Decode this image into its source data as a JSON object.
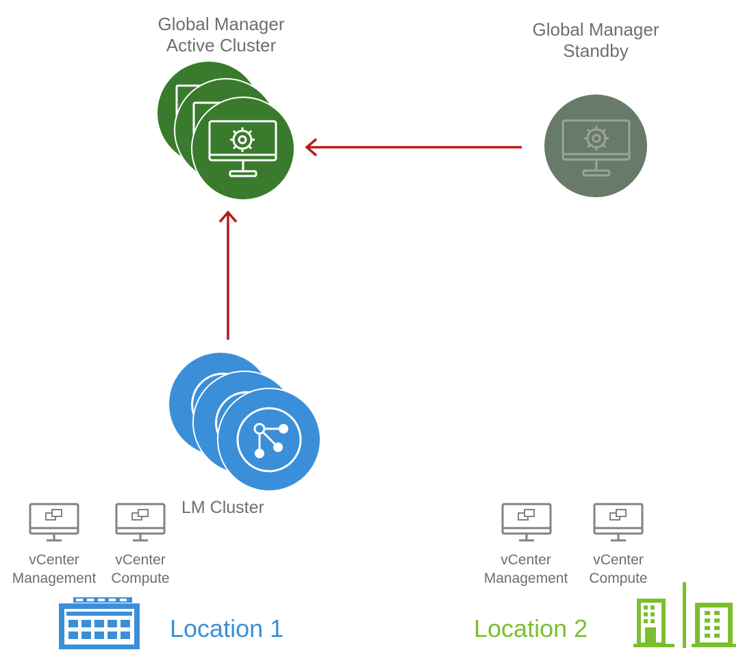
{
  "global_manager_active": {
    "label_line1": "Global Manager",
    "label_line2": "Active Cluster",
    "color": "#3a7a2c"
  },
  "global_manager_standby": {
    "label_line1": "Global Manager",
    "label_line2": "Standby",
    "color": "#687a69"
  },
  "lm_cluster": {
    "label": "LM Cluster",
    "color": "#3b8fd8"
  },
  "arrow_color": "#b31b1b",
  "location1": {
    "label": "Location 1",
    "color": "#3b8fd8",
    "vcenters": [
      {
        "line1": "vCenter",
        "line2": "Management"
      },
      {
        "line1": "vCenter",
        "line2": "Compute"
      }
    ]
  },
  "location2": {
    "label": "Location 2",
    "color": "#7cbf2e",
    "vcenters": [
      {
        "line1": "vCenter",
        "line2": "Management"
      },
      {
        "line1": "vCenter",
        "line2": "Compute"
      }
    ]
  }
}
